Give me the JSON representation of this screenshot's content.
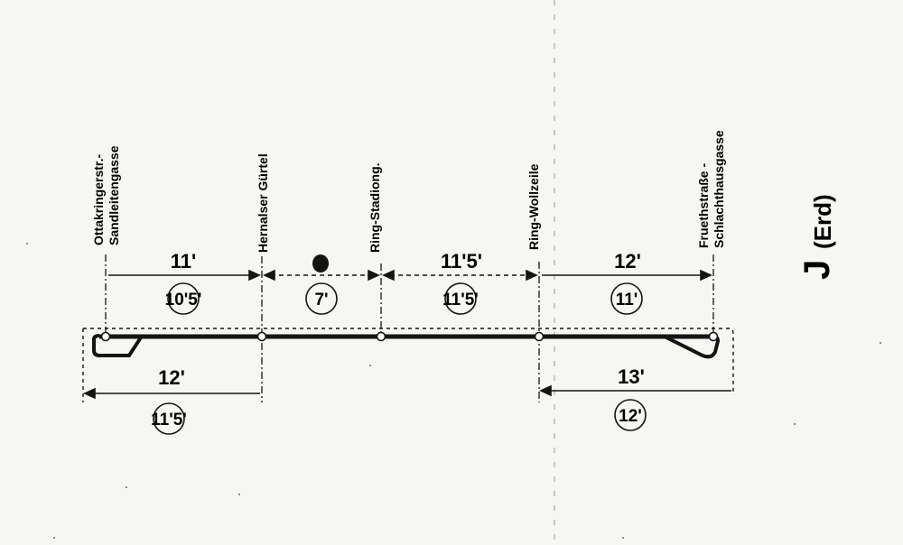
{
  "route": {
    "letter": "J",
    "subtitle": "(Erd)"
  },
  "stops": [
    {
      "line1": "Ottakringerstr.-",
      "line2": "Sandleitengasse"
    },
    {
      "line1": "Hernalser Gürtel",
      "line2": ""
    },
    {
      "line1": "Ring-Stadiong.",
      "line2": ""
    },
    {
      "line1": "Ring-Wollzeile",
      "line2": ""
    },
    {
      "line1": "Fruethstraße -",
      "line2": "Schlachthausgasse"
    }
  ],
  "segments_outbound": [
    {
      "time": "11'",
      "time_circled": "10'5'"
    },
    {
      "time": "",
      "time_circled": "7'"
    },
    {
      "time": "11'5'",
      "time_circled": "11'5'"
    },
    {
      "time": "12'",
      "time_circled": "11'"
    }
  ],
  "segments_inbound": [
    {
      "time": "12'",
      "time_circled": "11'5'"
    },
    {
      "time": "13'",
      "time_circled": "12'"
    }
  ],
  "colors": {
    "ink": "#141414",
    "paper": "#f6f6f3"
  }
}
